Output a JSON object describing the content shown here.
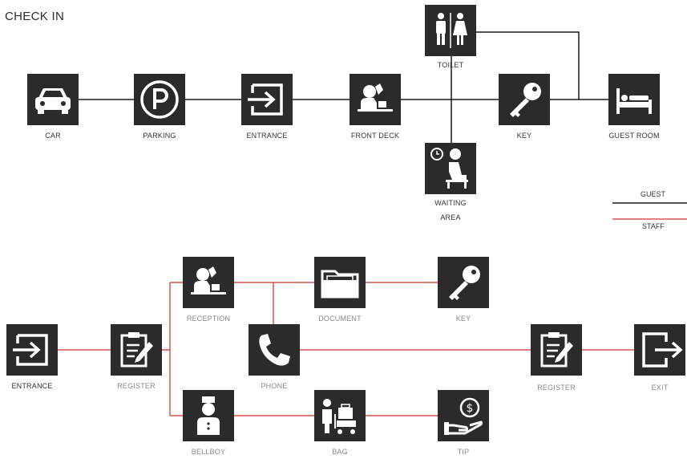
{
  "title": "CHECK IN",
  "legend": {
    "guest": "GUEST",
    "staff": "STAFF",
    "guest_color": "#1a1a1a",
    "staff_color": "#d9534f"
  },
  "guest_flow": {
    "car": "CAR",
    "parking": "PARKING",
    "entrance": "ENTRANCE",
    "front_desk": "FRONT DECK",
    "toilet": "TOILET",
    "waiting_line1": "WAITING",
    "waiting_line2": "AREA",
    "key": "KEY",
    "guest_room": "GUEST ROOM"
  },
  "staff_flow": {
    "entrance": "ENTRANCE",
    "register1": "REGISTER",
    "reception": "RECEPTION",
    "document": "DOCUMENT",
    "key": "KEY",
    "phone": "PHONE",
    "register2": "REGISTER",
    "exit": "EXIT",
    "bellboy": "BELLBOY",
    "bag": "BAG",
    "tip": "TIP"
  }
}
